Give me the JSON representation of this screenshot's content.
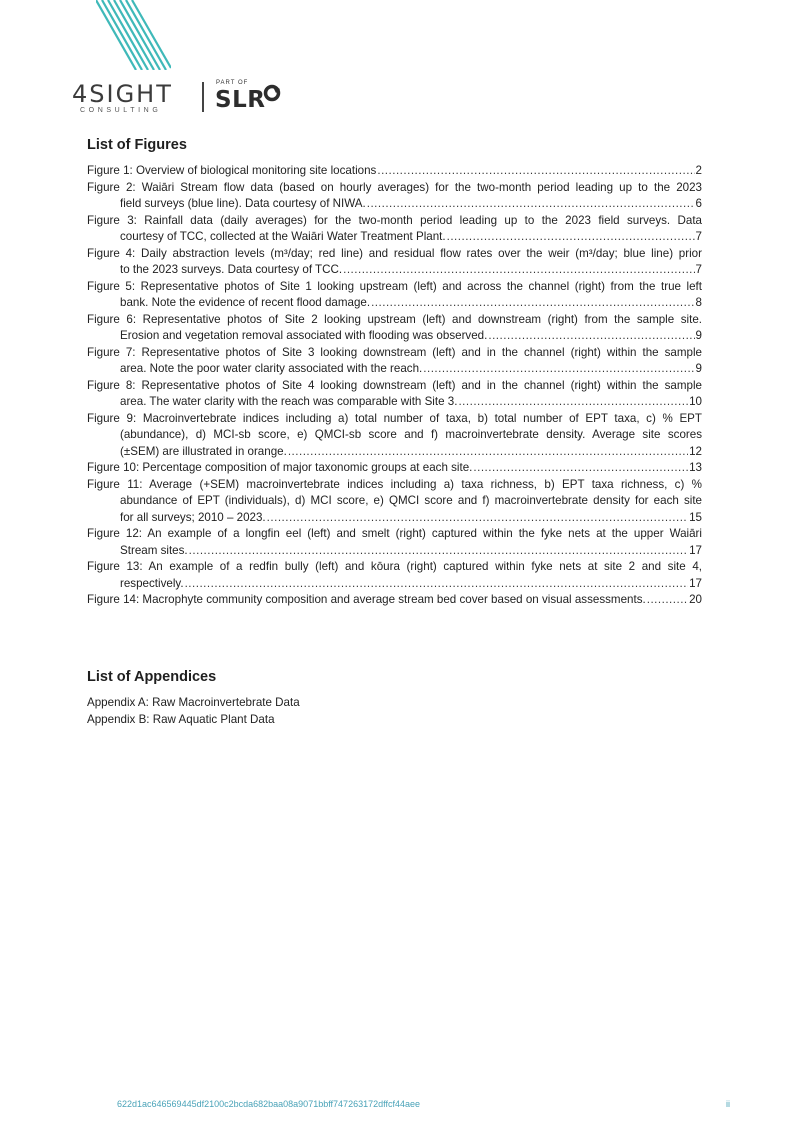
{
  "header": {
    "logo_main": "4SIGHT",
    "logo_sub": "CONSULTING",
    "part_of": "PART OF",
    "slr": "SLR"
  },
  "list_of_figures": {
    "title": "List of Figures",
    "entries": [
      {
        "lines": [
          "Figure 1: Overview of biological monitoring site locations"
        ],
        "page": "2"
      },
      {
        "lines": [
          "Figure 2: Waiāri Stream flow data (based on hourly averages) for the two-month period leading up to the 2023",
          "field surveys (blue line). Data courtesy of NIWA."
        ],
        "page": "6"
      },
      {
        "lines": [
          "Figure 3: Rainfall data (daily averages) for the two-month period leading up to the 2023 field surveys. Data",
          "courtesy of TCC, collected at the Waiāri Water Treatment Plant."
        ],
        "page": "7"
      },
      {
        "lines": [
          "Figure 4: Daily abstraction levels (m³/day; red line) and residual flow rates over the weir (m³/day; blue line) prior",
          "to the 2023 surveys. Data courtesy of TCC."
        ],
        "page": "7"
      },
      {
        "lines": [
          "Figure 5: Representative photos of Site 1 looking upstream (left) and across the channel (right) from the true left",
          "bank. Note the evidence of recent flood damage."
        ],
        "page": "8"
      },
      {
        "lines": [
          "Figure 6: Representative photos of Site 2 looking upstream (left) and downstream (right) from the sample site.",
          "Erosion and vegetation removal associated with flooding was observed."
        ],
        "page": "9"
      },
      {
        "lines": [
          "Figure 7: Representative photos of Site 3 looking downstream (left) and in the channel (right) within the sample",
          "area. Note the poor water clarity associated with the reach."
        ],
        "page": "9"
      },
      {
        "lines": [
          "Figure 8: Representative photos of Site 4 looking downstream (left) and in the channel (right) within the sample",
          "area. The water clarity with the reach was comparable with Site 3."
        ],
        "page": "10"
      },
      {
        "lines": [
          "Figure 9: Macroinvertebrate indices including a) total number of taxa, b) total number of EPT taxa, c) % EPT",
          "(abundance), d) MCI-sb score, e) QMCI-sb score and f) macroinvertebrate density. Average site scores",
          "(±SEM) are illustrated in orange."
        ],
        "page": "12"
      },
      {
        "lines": [
          "Figure 10: Percentage composition of major taxonomic groups at each site."
        ],
        "page": "13"
      },
      {
        "lines": [
          "Figure 11: Average (+SEM) macroinvertebrate indices including a) taxa richness, b) EPT taxa richness, c) %",
          "abundance of EPT (individuals), d) MCI score, e) QMCI score and f) macroinvertebrate density for each site",
          "for all surveys; 2010 – 2023."
        ],
        "page": "15"
      },
      {
        "lines": [
          "Figure 12: An example of a longfin eel (left) and smelt (right) captured within the fyke nets at the upper Waiāri",
          "Stream sites."
        ],
        "page": "17"
      },
      {
        "lines": [
          "Figure 13: An example of a redfin bully (left) and kōura (right) captured within fyke nets at site 2 and site 4,",
          "respectively."
        ],
        "page": "17"
      },
      {
        "lines": [
          "Figure 14: Macrophyte community composition and average stream bed cover based on visual assessments."
        ],
        "page": "20"
      }
    ]
  },
  "list_of_appendices": {
    "title": "List of Appendices",
    "items": [
      "Appendix A: Raw Macroinvertebrate Data",
      "Appendix B: Raw Aquatic Plant Data"
    ]
  },
  "footer": {
    "doc_id": "622d1ac646569445df2100c2bcda682baa08a9071bbff747263172dffcf44aee",
    "page": "ii"
  }
}
